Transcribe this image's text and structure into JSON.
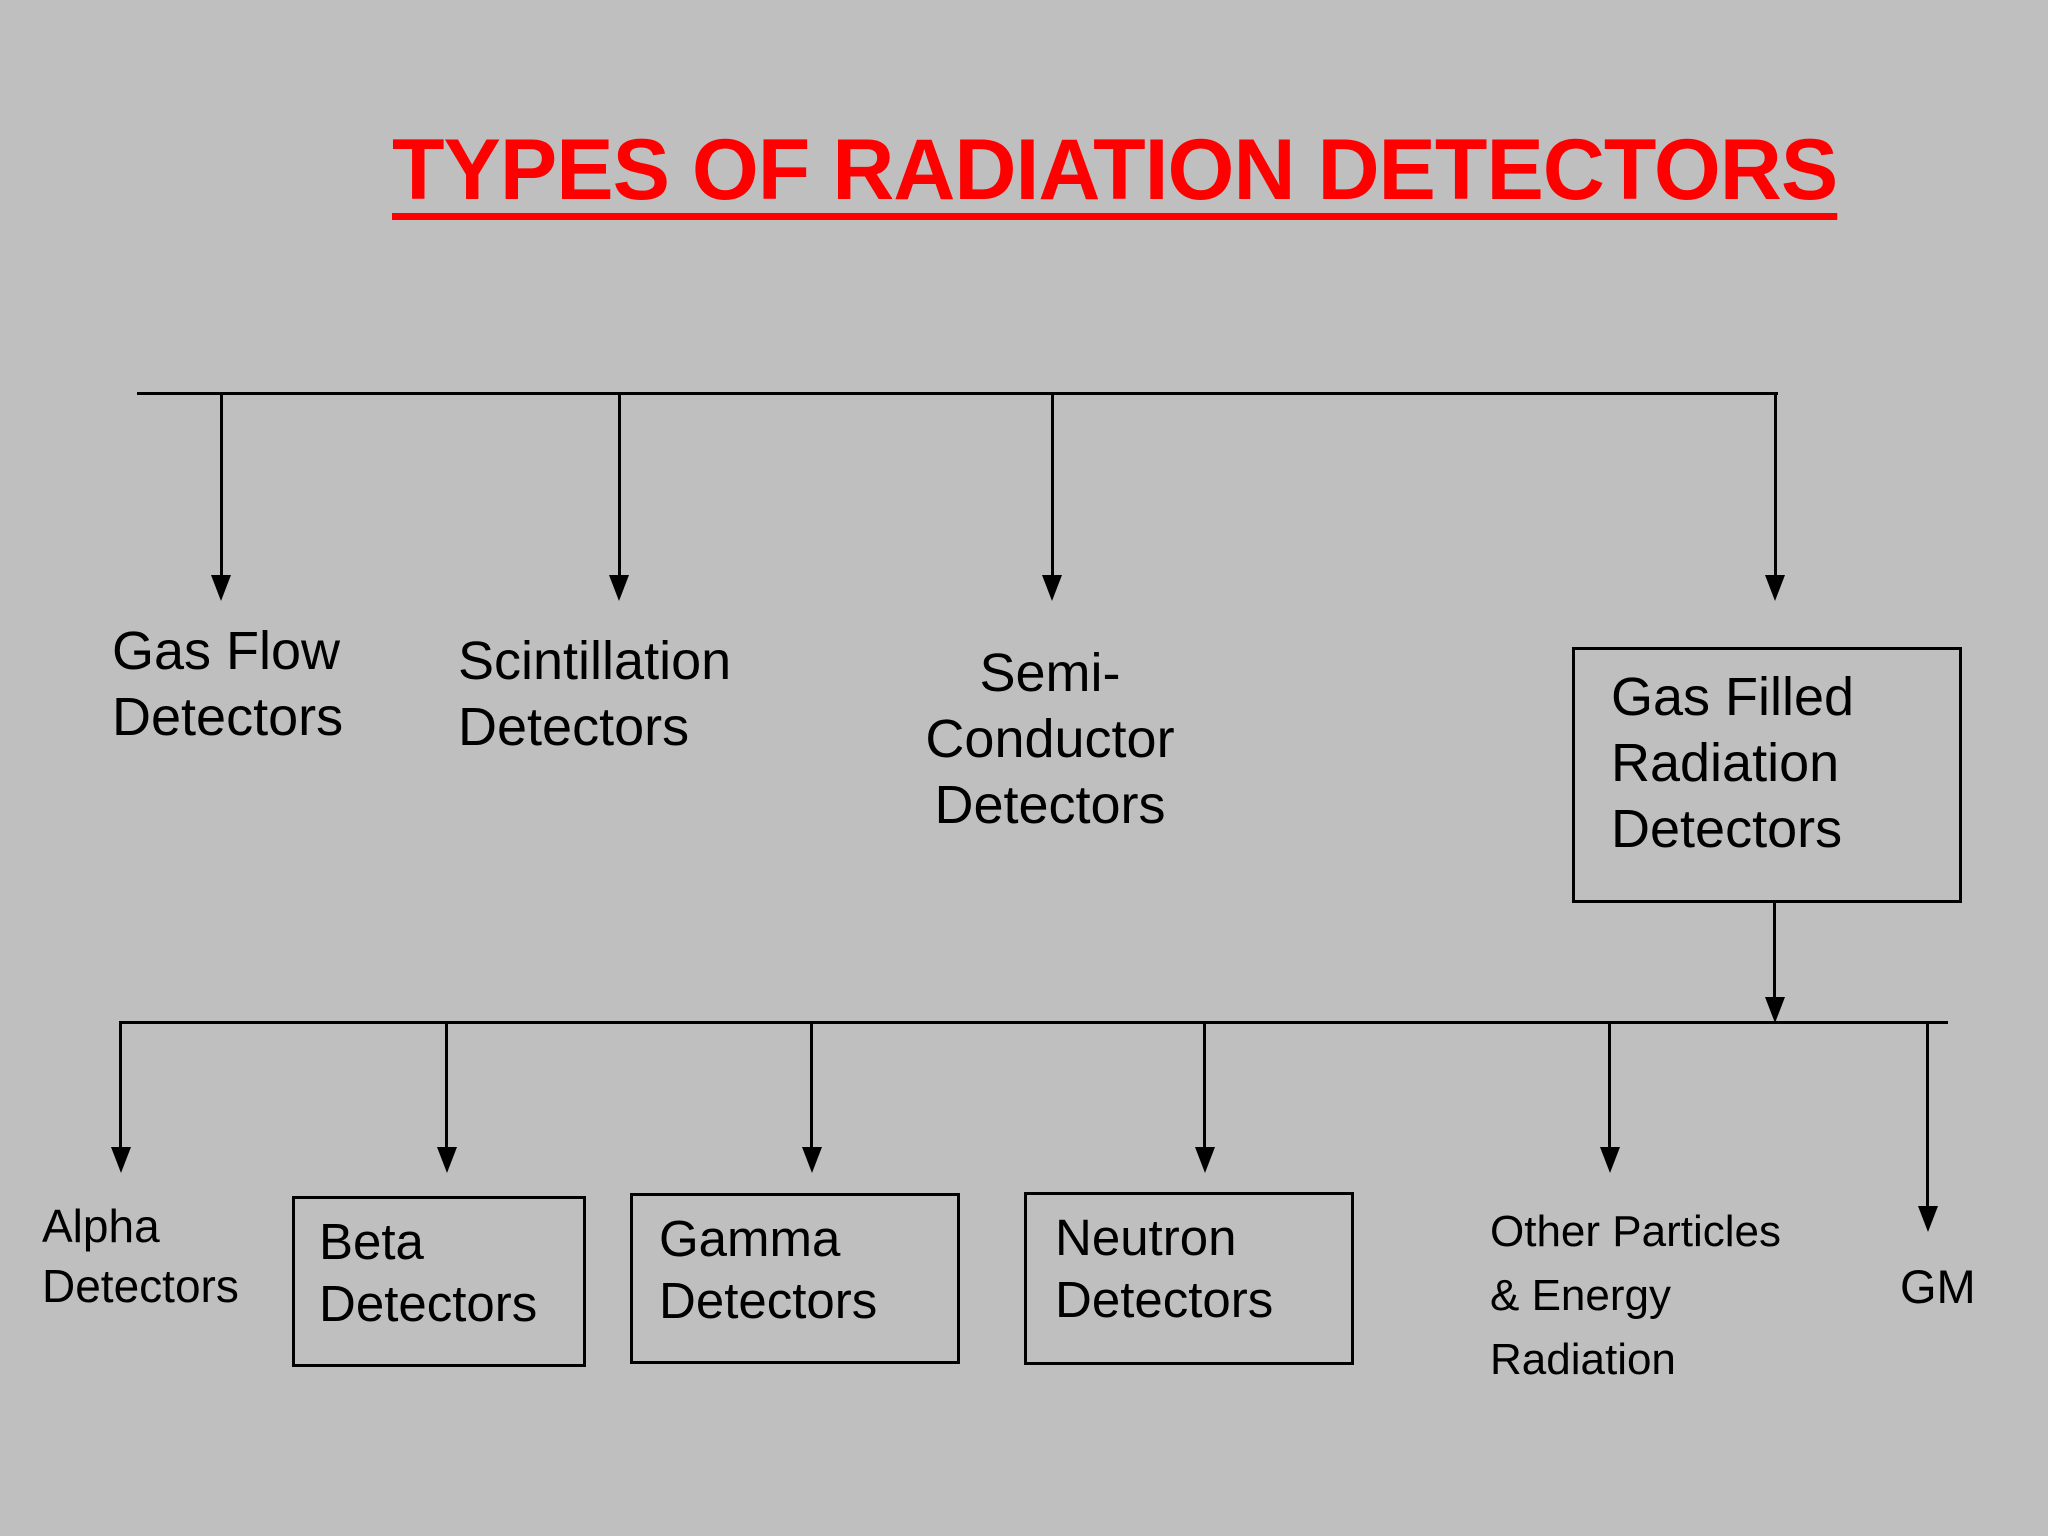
{
  "slide": {
    "title": "TYPES OF RADIATION DETECTORS",
    "colors": {
      "background": "#bfbfbf",
      "title": "#ff0000",
      "line": "#000000",
      "text": "#000000"
    }
  },
  "level1": {
    "gas_flow": "Gas Flow\nDetectors",
    "scintillation": "Scintillation\nDetectors",
    "semi_conductor": "Semi-Conductor\nDetectors",
    "gas_filled": "Gas Filled\nRadiation\nDetectors"
  },
  "level2": {
    "alpha": "Alpha\nDetectors",
    "beta": "Beta\nDetectors",
    "gamma": "Gamma\nDetectors",
    "neutron": "Neutron\nDetectors",
    "other": "Other Particles\n& Energy\nRadiation",
    "gm": "GM"
  }
}
